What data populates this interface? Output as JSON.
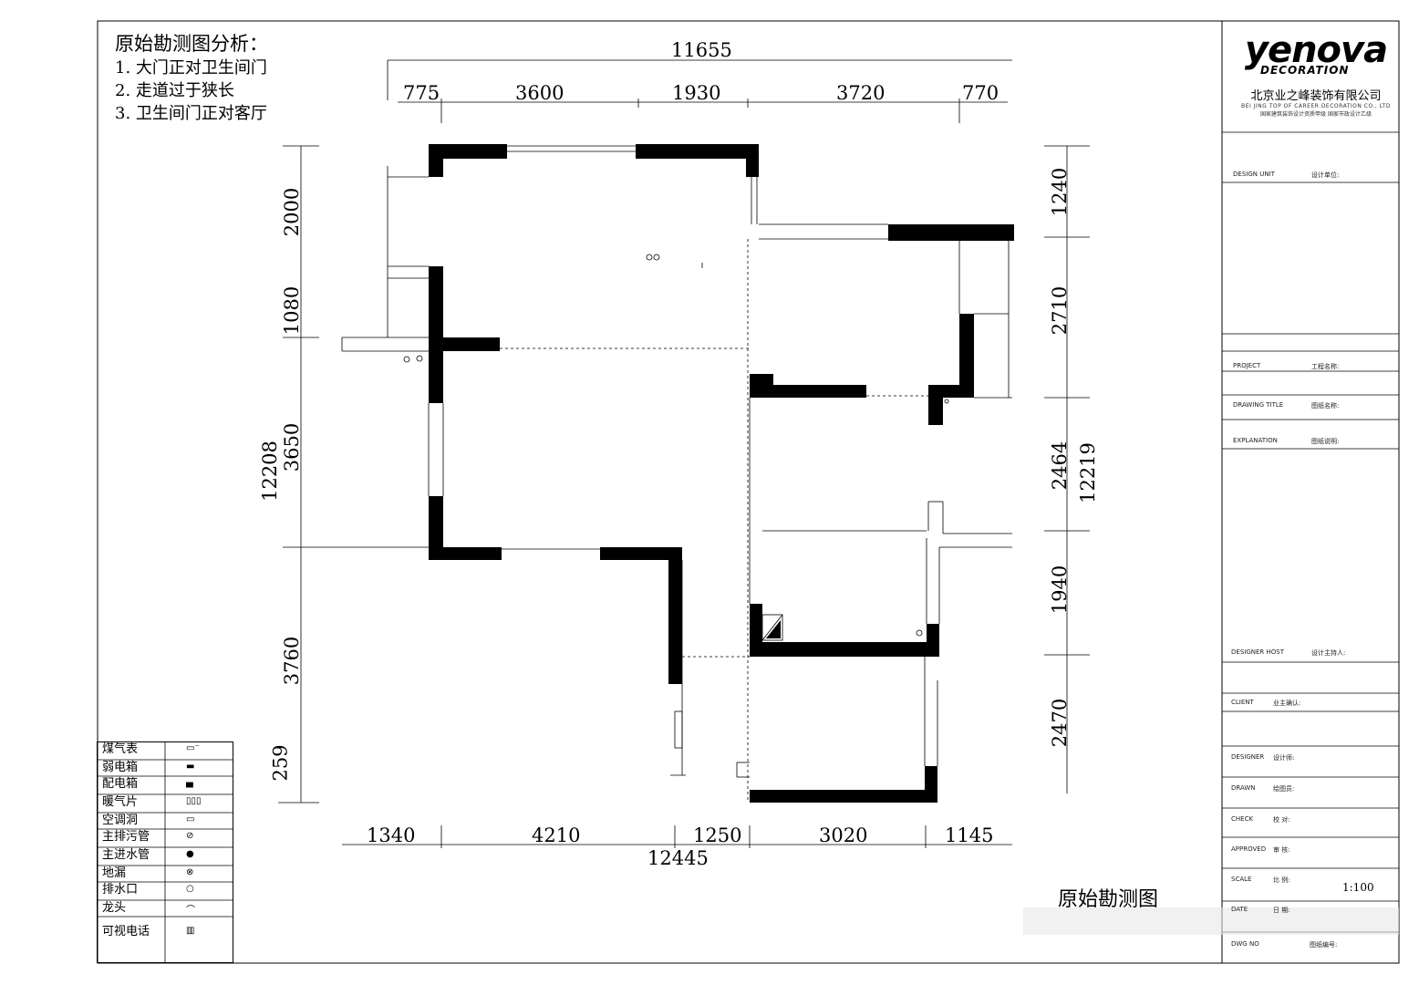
{
  "notes": {
    "title": "原始勘测图分析：",
    "items": [
      "1. 大门正对卫生间门",
      "2. 走道过于狭长",
      "3. 卫生间门正对客厅"
    ]
  },
  "brand": {
    "logo": "yenova",
    "logo_sub": "DECORATION",
    "company": "北京业之峰装饰有限公司",
    "company_en": "BEI JING TOP OF CAREER DECORATION CO., LTD",
    "company_note": "国家建筑装饰设计资质甲级 国家市政设计乙级"
  },
  "title_block": {
    "design_unit_label": "DESIGN UNIT",
    "design_unit_cn": "设计单位:",
    "project_label": "PROJECT",
    "project_cn": "工程名称:",
    "drawing_title_label": "DRAWING TITLE",
    "drawing_title_cn": "图纸名称:",
    "explanation_label": "EXPLANATION",
    "explanation_cn": "图纸说明:",
    "designer_host_label": "DESIGNER HOST",
    "designer_host_cn": "设计主持人:",
    "client_label": "CLIENT",
    "client_cn": "业主确认:",
    "designer_label": "DESIGNER",
    "designer_cn": "设计师:",
    "drawn_label": "DRAWN",
    "drawn_cn": "绘图员:",
    "check_label": "CHECK",
    "check_cn": "校 对:",
    "approved_label": "APPROVED",
    "approved_cn": "审 核:",
    "scale_label": "SCALE",
    "scale_cn": "比 例:",
    "scale_value": "1:100",
    "date_label": "DATE",
    "date_cn": "日 期:",
    "drawing_no_label": "DWG NO",
    "drawing_no_cn": "图纸编号:"
  },
  "dimensions": {
    "top_total": "11655",
    "top": [
      "775",
      "3600",
      "1930",
      "3720",
      "770"
    ],
    "bottom_total": "12445",
    "bottom": [
      "1340",
      "4210",
      "1250",
      "3020",
      "1145"
    ],
    "left_total": "12208",
    "left": [
      "2000",
      "1080",
      "3650",
      "3760",
      "259"
    ],
    "right_total": "12219",
    "right": [
      "1240",
      "2710",
      "2464",
      "1940",
      "2470"
    ]
  },
  "drawing_title": "原始勘测图",
  "legend": [
    {
      "name": "煤气表",
      "icon": "gas-meter-icon",
      "symbol": "▭⁻"
    },
    {
      "name": "弱电箱",
      "icon": "weak-current-box-icon",
      "symbol": "▬"
    },
    {
      "name": "配电箱",
      "icon": "distribution-box-icon",
      "symbol": "▄"
    },
    {
      "name": "暖气片",
      "icon": "radiator-icon",
      "symbol": "▯▯▯"
    },
    {
      "name": "空调洞",
      "icon": "ac-hole-icon",
      "symbol": "▭"
    },
    {
      "name": "主排污管",
      "icon": "sewage-pipe-icon",
      "symbol": "⊘"
    },
    {
      "name": "主进水管",
      "icon": "water-inlet-icon",
      "symbol": "●"
    },
    {
      "name": "地漏",
      "icon": "floor-drain-icon",
      "symbol": "⊗"
    },
    {
      "name": "排水口",
      "icon": "drain-outlet-icon",
      "symbol": "○"
    },
    {
      "name": "龙头",
      "icon": "faucet-icon",
      "symbol": "⌒"
    },
    {
      "name": "可视电话",
      "icon": "video-phone-icon",
      "symbol": "▥"
    }
  ]
}
